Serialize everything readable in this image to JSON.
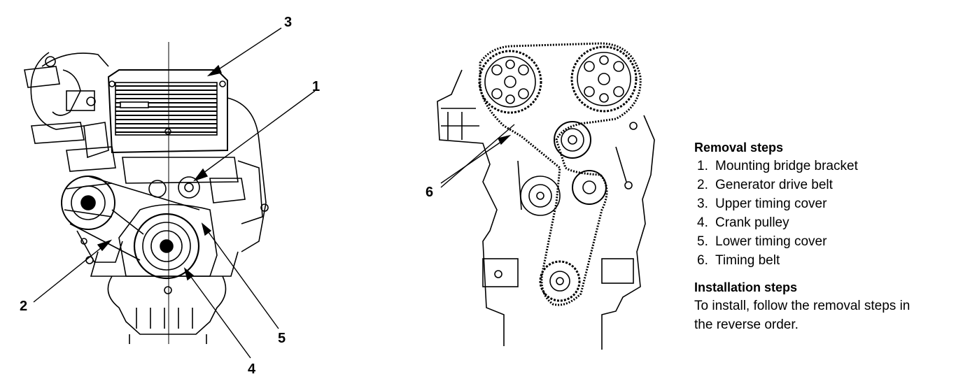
{
  "callouts": {
    "c1": "1",
    "c2": "2",
    "c3": "3",
    "c4": "4",
    "c5": "5",
    "c6": "6"
  },
  "legend": {
    "removal_title": "Removal steps",
    "removal_steps": [
      {
        "num": "1.",
        "text": "Mounting bridge bracket"
      },
      {
        "num": "2.",
        "text": "Generator drive belt"
      },
      {
        "num": "3.",
        "text": "Upper timing cover"
      },
      {
        "num": "4.",
        "text": "Crank pulley"
      },
      {
        "num": "5.",
        "text": "Lower timing cover"
      },
      {
        "num": "6.",
        "text": "Timing belt"
      }
    ],
    "install_title": "Installation steps",
    "install_text": "To install, follow the removal steps in the reverse order."
  }
}
